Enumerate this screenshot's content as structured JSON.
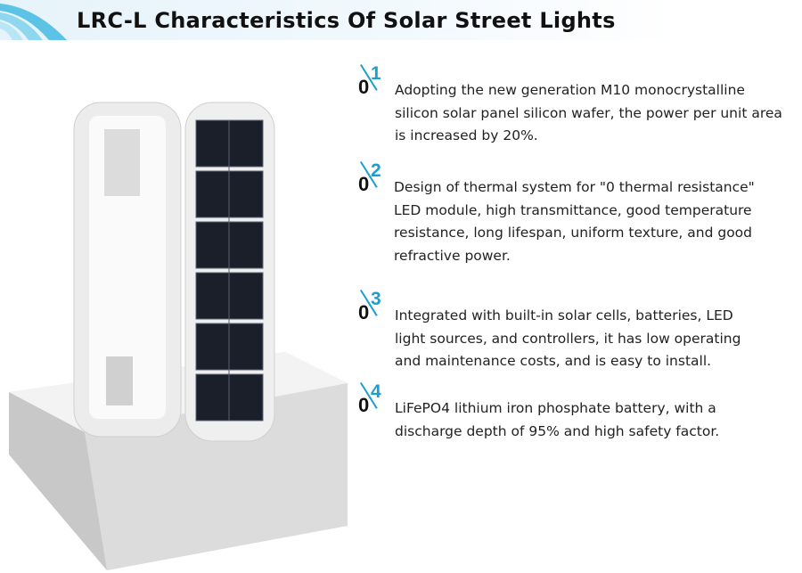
{
  "header": {
    "title": "LRC-L Characteristics Of Solar Street Lights"
  },
  "features": [
    {
      "number_prefix": "0",
      "number_digit": "1",
      "text": "Adopting the new generation M10 monocrystalline silicon solar panel silicon wafer, the power per unit area is increased by 20%."
    },
    {
      "number_prefix": "0",
      "number_digit": "2",
      "text": "Design of thermal system for \"0 thermal resistance\" LED module, high transmittance, good temperature resistance, long lifespan, uniform texture, and good refractive power."
    },
    {
      "number_prefix": "0",
      "number_digit": "3",
      "text": "Integrated with built-in solar cells, batteries, LED light sources, and controllers, it has low operating and maintenance costs, and is easy to install."
    },
    {
      "number_prefix": "0",
      "number_digit": "4",
      "text": "LiFePO4 lithium iron phosphate battery, with a discharge depth of 95% and high safety factor."
    }
  ],
  "colors": {
    "accent": "#1a9fd0"
  }
}
